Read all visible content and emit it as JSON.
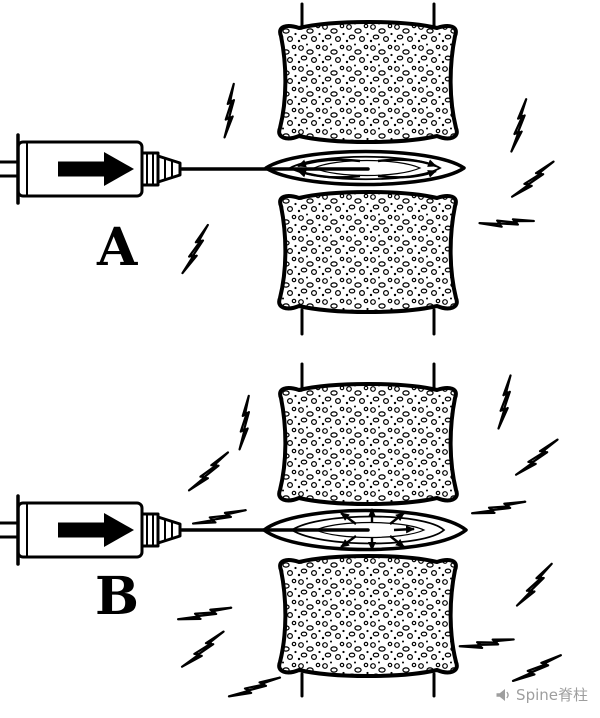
{
  "figure": {
    "background_color": "#ffffff",
    "ink_color": "#000000",
    "panel_a": {
      "label": "A"
    },
    "panel_b": {
      "label": "B"
    },
    "watermark": {
      "text": "Spine脊柱",
      "color": "#9e9e9e",
      "icon": "speaker-icon"
    }
  }
}
